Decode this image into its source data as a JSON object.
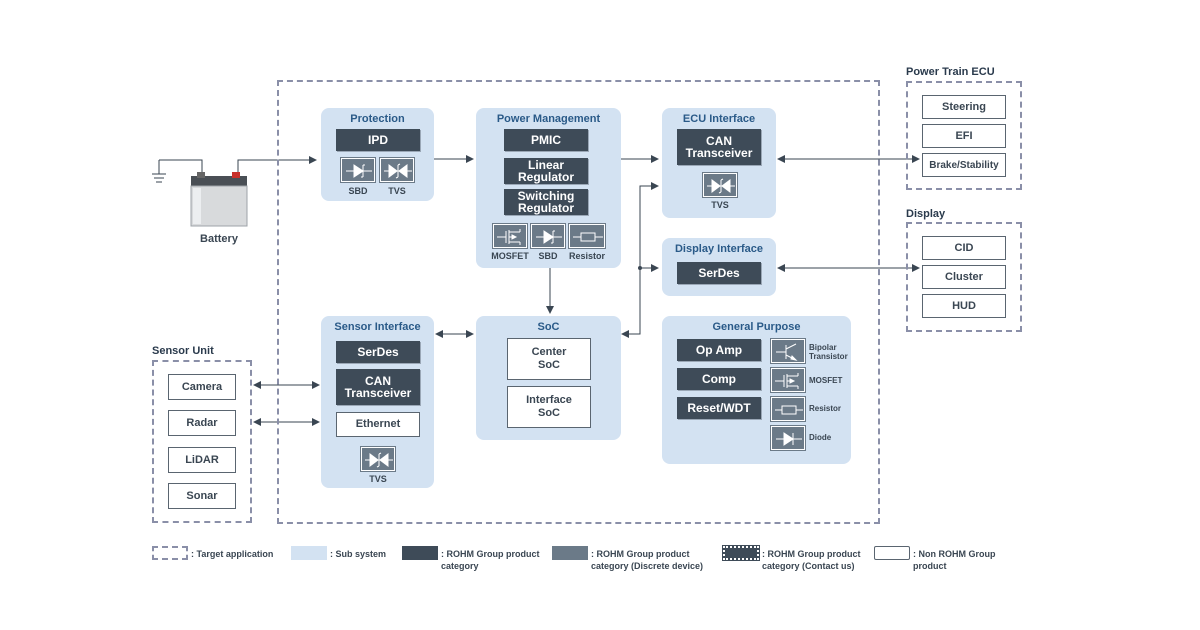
{
  "battery": {
    "label": "Battery"
  },
  "protection": {
    "title": "Protection",
    "ipd": "IPD",
    "sbd": "SBD",
    "tvs": "TVS"
  },
  "power_management": {
    "title": "Power Management",
    "pmic": "PMIC",
    "linear": "Linear Regulator",
    "switching": "Switching Regulator",
    "mosfet": "MOSFET",
    "sbd": "SBD",
    "resistor": "Resistor"
  },
  "ecu_interface": {
    "title": "ECU Interface",
    "can": "CAN Transceiver",
    "tvs": "TVS"
  },
  "display_interface": {
    "title": "Display Interface",
    "serdes": "SerDes"
  },
  "sensor_interface": {
    "title": "Sensor Interface",
    "serdes": "SerDes",
    "can": "CAN Transceiver",
    "ethernet": "Ethernet",
    "tvs": "TVS"
  },
  "soc": {
    "title": "SoC",
    "center": "Center SoC",
    "interface": "Interface SoC"
  },
  "general_purpose": {
    "title": "General Purpose",
    "opamp": "Op Amp",
    "comp": "Comp",
    "reset": "Reset/WDT",
    "bipolar": "Bipolar Transistor",
    "mosfet": "MOSFET",
    "resistor": "Resistor",
    "diode": "Diode"
  },
  "power_train": {
    "title": "Power Train ECU",
    "items": [
      "Steering",
      "EFI",
      "Brake/Stability"
    ]
  },
  "display": {
    "title": "Display",
    "items": [
      "CID",
      "Cluster",
      "HUD"
    ]
  },
  "sensor_unit": {
    "title": "Sensor Unit",
    "items": [
      "Camera",
      "Radar",
      "LiDAR",
      "Sonar"
    ]
  },
  "legend": {
    "target": ": Target application",
    "sub": ": Sub system",
    "rohm": ": ROHM Group product category",
    "discrete": ": ROHM Group product category (Discrete device)",
    "contact": ": ROHM Group product category (Contact us)",
    "non_rohm": ": Non ROHM Group product"
  },
  "colors": {
    "subsystem": "#d3e2f2",
    "product": "#3e4b58",
    "discrete": "#6b7a88",
    "target_border": "#8a8fa8",
    "title": "#2a5a88"
  },
  "icons": [
    "ground-icon",
    "battery-icon",
    "sbd-icon",
    "tvs-icon",
    "mosfet-icon",
    "resistor-icon",
    "bipolar-transistor-icon",
    "diode-icon"
  ]
}
